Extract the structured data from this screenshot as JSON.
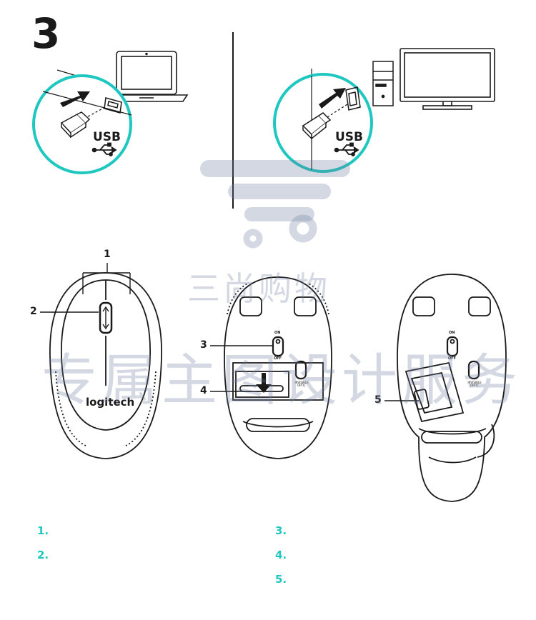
{
  "step": {
    "number": "3"
  },
  "connect": {
    "usb_label_left": "USB",
    "usb_label_right": "USB"
  },
  "callouts": {
    "c1": "1",
    "c2": "2",
    "c3": "3",
    "c4": "4",
    "c5": "5"
  },
  "mouse": {
    "brand": "logitech",
    "switch_on": "ON",
    "switch_off": "OFF",
    "sensor_label": "INVISIBLE OPTIC"
  },
  "legend": [
    {
      "num": "1."
    },
    {
      "num": "2."
    },
    {
      "num": "3."
    },
    {
      "num": "4."
    },
    {
      "num": "5."
    }
  ],
  "watermark": {
    "line1": "三尚购物",
    "line2": "专属主图设计服务"
  },
  "colors": {
    "accent": "#1ec8c0",
    "ink": "#1a1a1a",
    "watermark": "#6e7da0"
  }
}
